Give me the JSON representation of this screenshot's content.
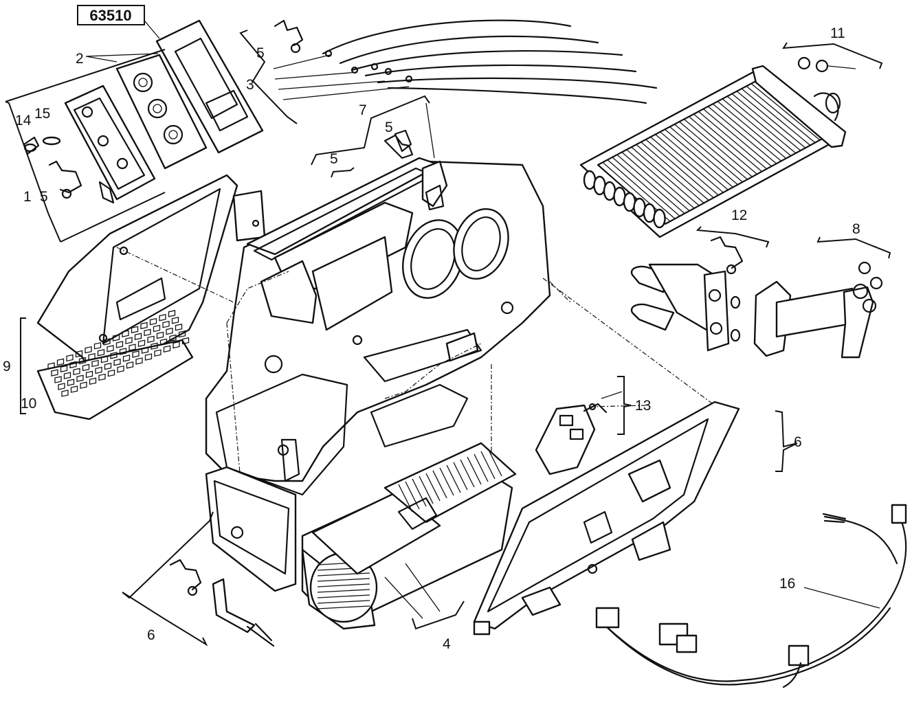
{
  "reference": "63510",
  "callouts": {
    "c1": "1",
    "c2": "2",
    "c3": "3",
    "c4": "4",
    "c5a": "5",
    "c5b": "5",
    "c5c": "5",
    "c5d": "5",
    "c6a": "6",
    "c6b": "6",
    "c7": "7",
    "c8": "8",
    "c9": "9",
    "c10": "10",
    "c11": "11",
    "c12": "12",
    "c13": "13",
    "c14": "14",
    "c15": "15",
    "c16": "16"
  }
}
